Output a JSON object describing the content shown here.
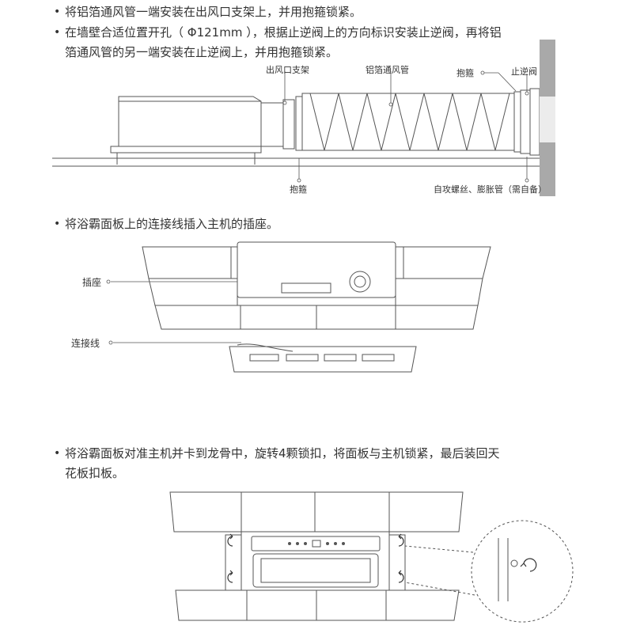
{
  "steps": [
    {
      "line1": "将铝箔通风管一端安装在出风口支架上，并用抱箍锁紧。"
    },
    {
      "line1": "在墙壁合适位置开孔（ Φ121mm ），根据止逆阀上的方向标识安装止逆阀，再将铝",
      "line2": "箔通风管的另一端安装在止逆阀上，并用抱箍锁紧。"
    },
    {
      "line1": "将浴霸面板上的连接线插入主机的插座。"
    },
    {
      "line1": "将浴霸面板对准主机并卡到龙骨中，旋转4颗锁扣，将面板与主机锁紧，最后装回天",
      "line2": "花板扣板。"
    }
  ],
  "bullet": "•",
  "diagram1": {
    "labels": {
      "outlet_bracket": "出风口支架",
      "foil_duct": "铝箔通风管",
      "clamp_top": "抱箍",
      "check_valve": "止逆阀",
      "clamp_bottom": "抱箍",
      "screws": "自攻螺丝、膨胀管（需自备）"
    }
  },
  "diagram2": {
    "labels": {
      "socket": "插座",
      "cable": "连接线"
    }
  },
  "colors": {
    "line": "#555555",
    "wall": "#a9a9a9",
    "text": "#333333"
  }
}
